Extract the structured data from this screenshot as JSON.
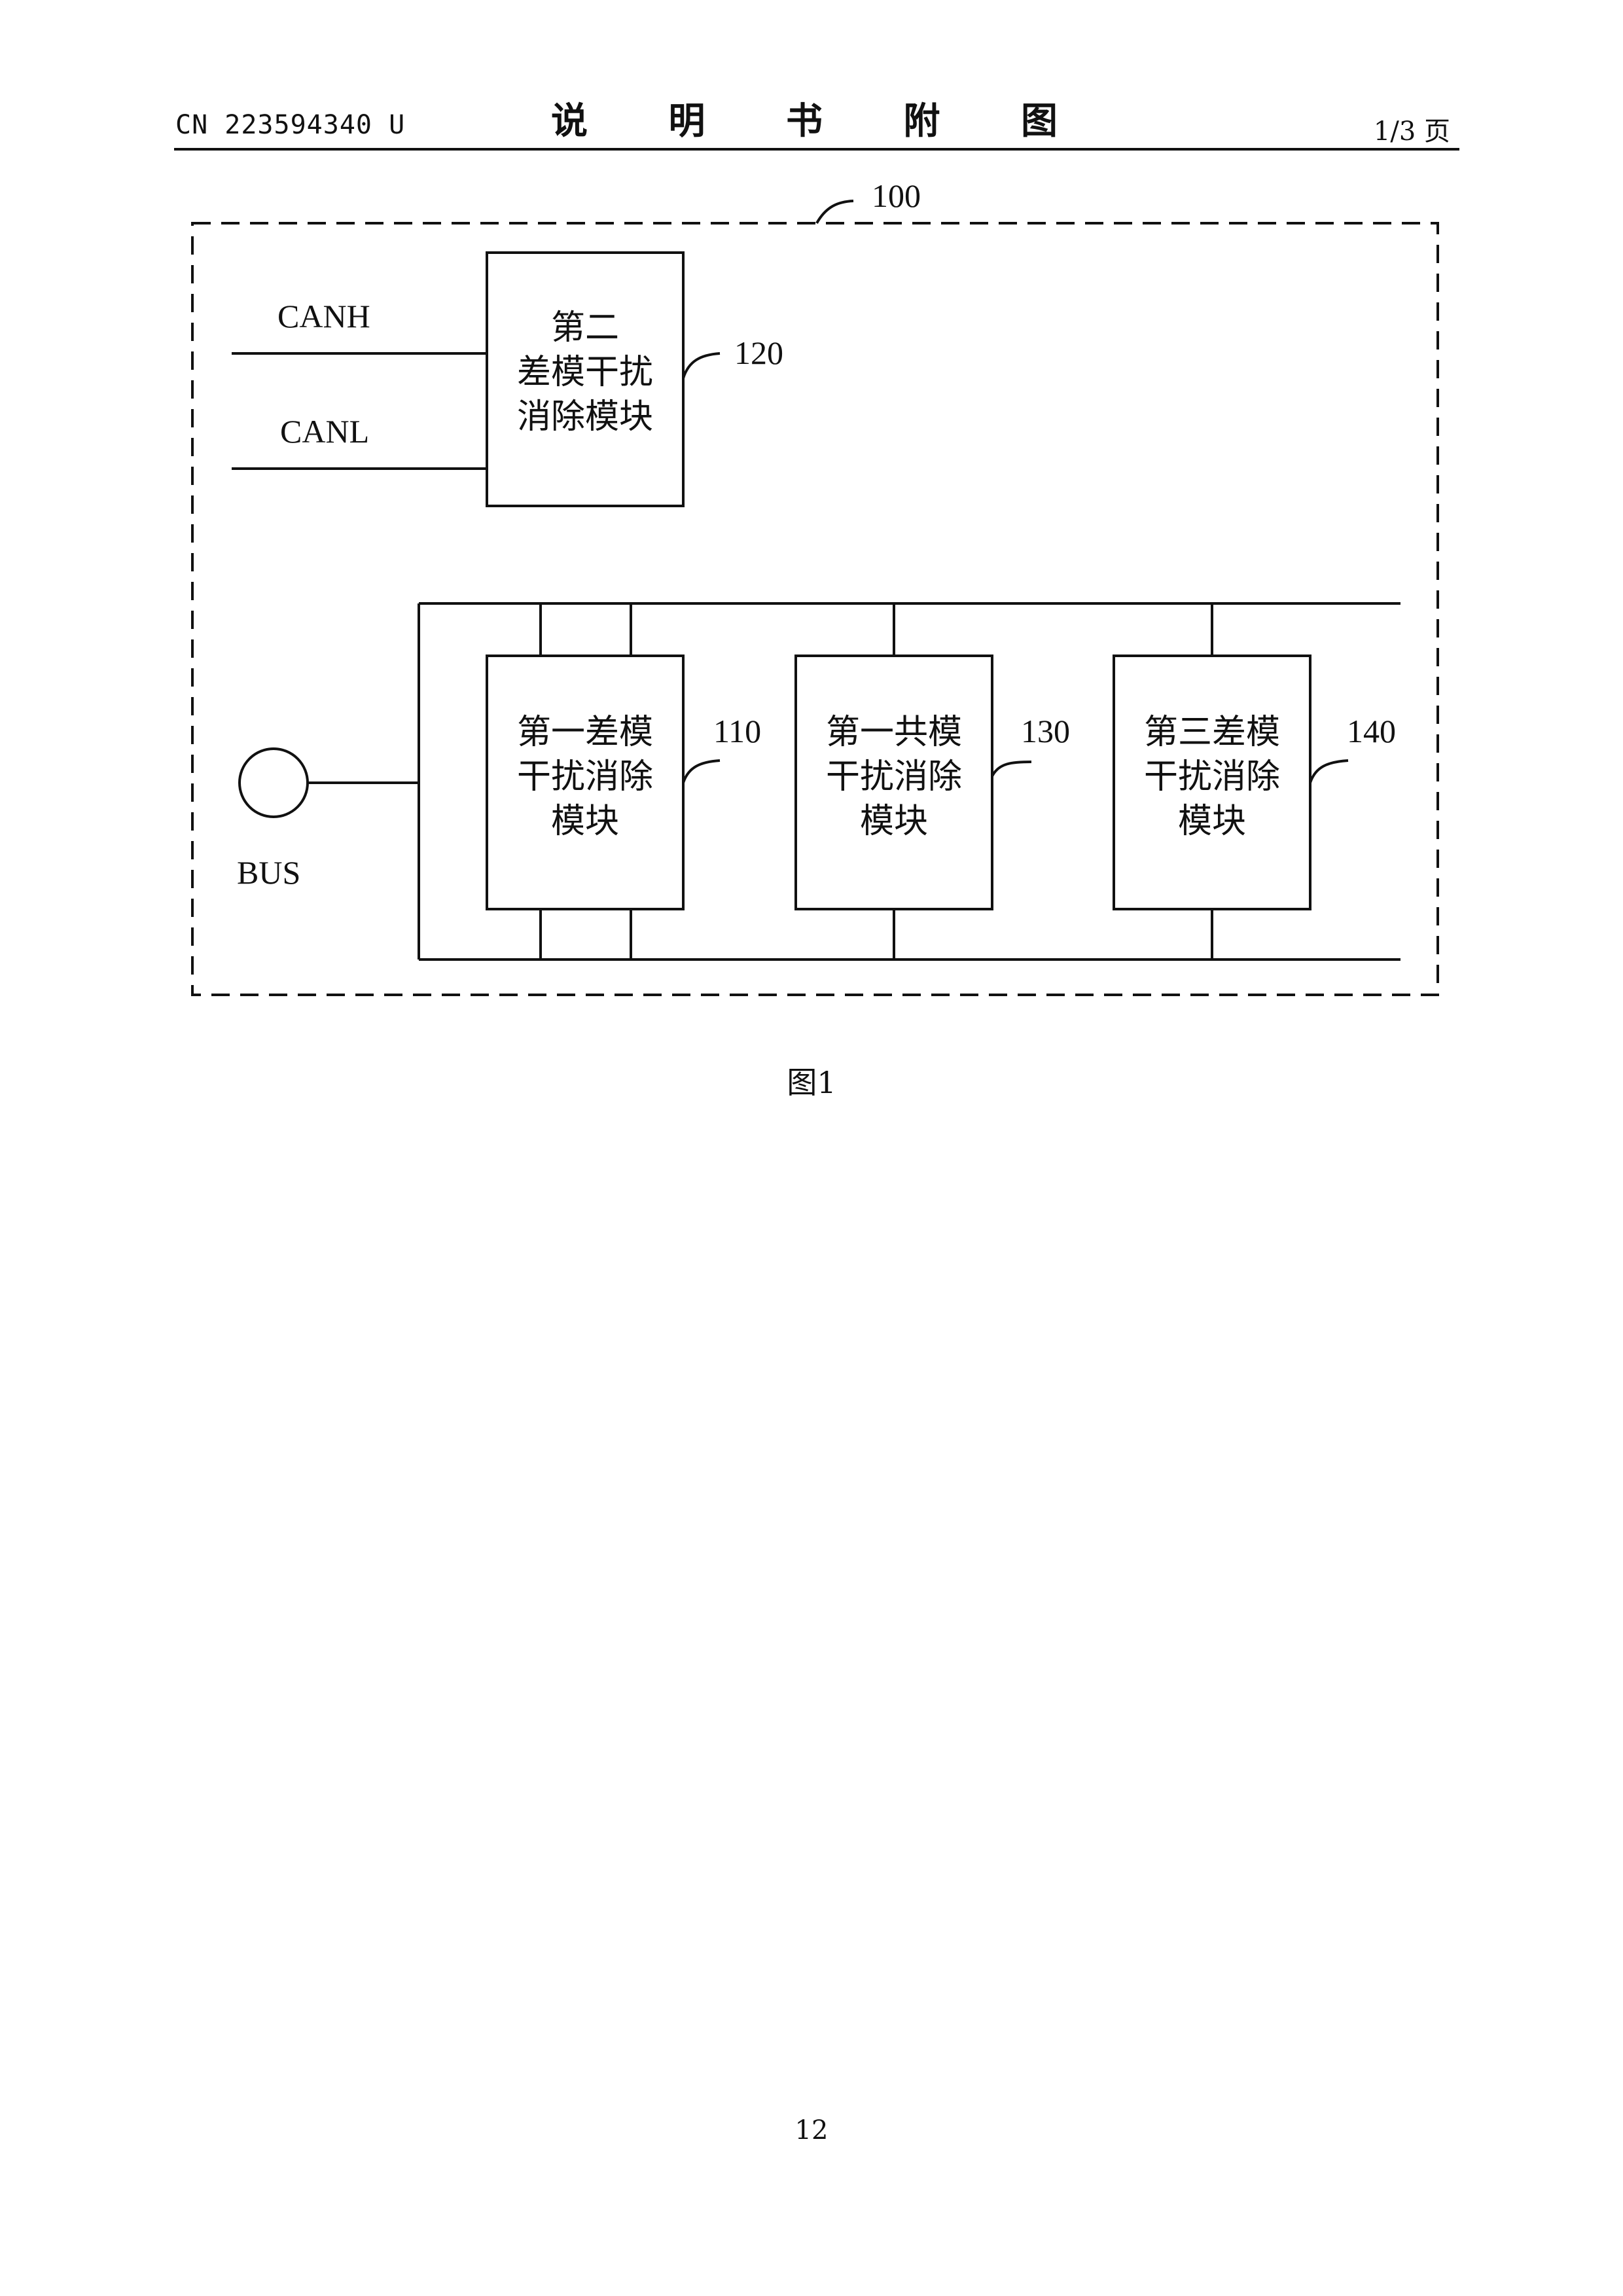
{
  "header": {
    "doc_number": "CN 223594340 U",
    "title": "说 明 书 附 图",
    "page_fraction": "1/3 页"
  },
  "diagram": {
    "outer_ref": "100",
    "signals": {
      "canh": "CANH",
      "canl": "CANL",
      "bus": "BUS"
    },
    "modules": [
      {
        "ref": "120",
        "lines": [
          "第二",
          "差模干扰",
          "消除模块"
        ]
      },
      {
        "ref": "110",
        "lines": [
          "第一差模",
          "干扰消除",
          "模块"
        ]
      },
      {
        "ref": "130",
        "lines": [
          "第一共模",
          "干扰消除",
          "模块"
        ]
      },
      {
        "ref": "140",
        "lines": [
          "第三差模",
          "干扰消除",
          "模块"
        ]
      }
    ]
  },
  "caption": "图1",
  "page_number": "12"
}
